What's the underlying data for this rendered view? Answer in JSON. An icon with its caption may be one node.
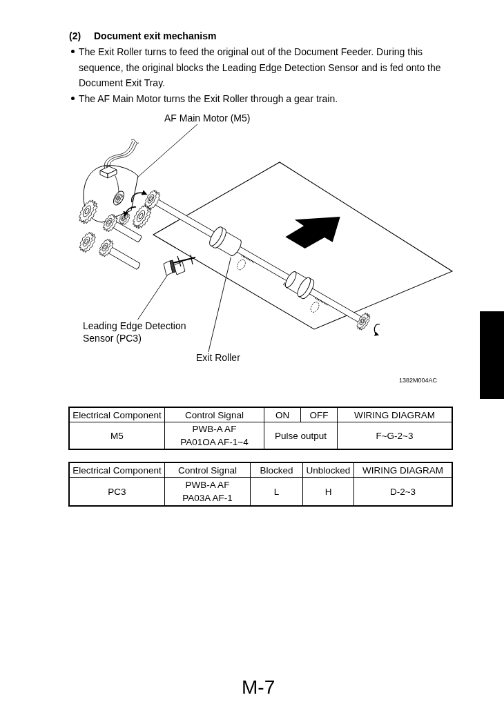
{
  "diagram": {
    "title": "Document exit mechanism",
    "nodes": [
      {
        "text": [
          "AF Main Motor (M5)"
        ]
      },
      {
        "text": [],
        "shape": "picture"
      },
      {
        "text": [
          "Leading Edge Detection Sensor (PC3)"
        ]
      },
      {
        "text": [],
        "shape": "picture"
      },
      {
        "text": [
          "Exit Roller"
        ]
      },
      {
        "text": [],
        "shape": "picture"
      },
      {
        "text": [],
        "shape": "bar"
      }
    ],
    "edges": [
      {
        "from": 0,
        "to": 1,
        "arrow": "none"
      },
      {
        "from": 2,
        "to": 3,
        "arrow": "none"
      },
      {
        "from": 4,
        "to": 5,
        "arrow": "none"
      }
    ],
    "labels": [
      "(2)",
      "The Exit Roller turns to feed the original out of the Document Feeder. During this sequence, the original blocks the Leading Edge Detection Sensor and is fed onto the Document Exit Tray.",
      "The AF Main Motor turns the Exit Roller through a gear train.",
      "1382M004AC",
      "Electrical Component",
      "Control Signal",
      "ON",
      "OFF",
      "WIRING DIAGRAM",
      "M5",
      "PWB-A AF PA01OA AF-1~4",
      "Pulse output",
      "F~G-2~3",
      "Electrical Component",
      "Control Signal",
      "Blocked",
      "Unblocked",
      "WIRING DIAGRAM",
      "PC3",
      "PWB-A AF PA03A AF-1",
      "L",
      "H",
      "D-2~3",
      "M-7"
    ]
  }
}
